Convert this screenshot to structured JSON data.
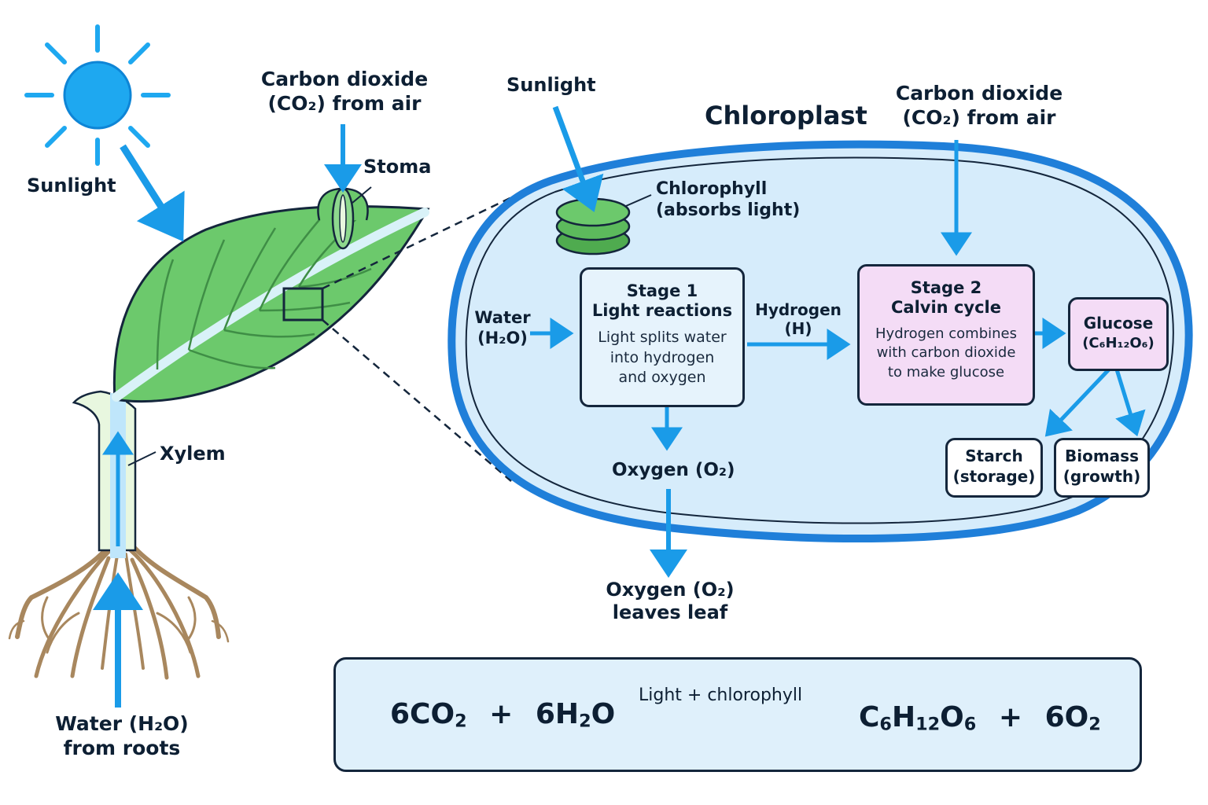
{
  "plant": {
    "sunlight": "Sunlight",
    "co2_line1": "Carbon dioxide",
    "co2_line2": "(CO₂) from air",
    "stoma": "Stoma",
    "xylem": "Xylem",
    "water_line1": "Water (H₂O)",
    "water_line2": "from roots"
  },
  "chloroplast": {
    "title": "Chloroplast",
    "sunlight": "Sunlight",
    "co2_line1": "Carbon dioxide",
    "co2_line2": "(CO₂) from air",
    "chlorophyll_line1": "Chlorophyll",
    "chlorophyll_line2": "(absorbs light)",
    "water_line1": "Water",
    "water_line2": "(H₂O)",
    "stage1": {
      "line1": "Stage 1",
      "line2": "Light reactions",
      "desc1": "Light splits water",
      "desc2": "into hydrogen",
      "desc3": "and oxygen"
    },
    "hydrogen_line1": "Hydrogen",
    "hydrogen_line2": "(H)",
    "stage2": {
      "line1": "Stage 2",
      "line2": "Calvin cycle",
      "desc1": "Hydrogen combines",
      "desc2": "with carbon dioxide",
      "desc3": "to make glucose"
    },
    "glucose_line1": "Glucose",
    "glucose_line2": "(C₆H₁₂O₆)",
    "starch_line1": "Starch",
    "starch_line2": "(storage)",
    "biomass_line1": "Biomass",
    "biomass_line2": "(growth)",
    "oxygen": "Oxygen (O₂)"
  },
  "outflow": {
    "line1": "Oxygen (O₂)",
    "line2": "leaves leaf"
  },
  "equation": {
    "condition": "Light + chlorophyll",
    "reactant1_coef": "6CO",
    "reactant1_sub": "2",
    "plus": "+",
    "reactant2_coef": "6H",
    "reactant2_sub": "2",
    "reactant2_tail": "O",
    "product1_c": "C",
    "product1_c_sub": "6",
    "product1_h": "H",
    "product1_h_sub": "12",
    "product1_o": "O",
    "product1_o_sub": "6",
    "product2_coef": "6O",
    "product2_sub": "2"
  },
  "colors": {
    "arrow_blue": "#1a9be8",
    "leaf_green": "#6cc96c",
    "chloroplast_fill": "#d6ecfb",
    "chloroplast_border": "#1f7fd9",
    "stage2_fill": "#f4dcf6",
    "root_brown": "#a8875e"
  }
}
